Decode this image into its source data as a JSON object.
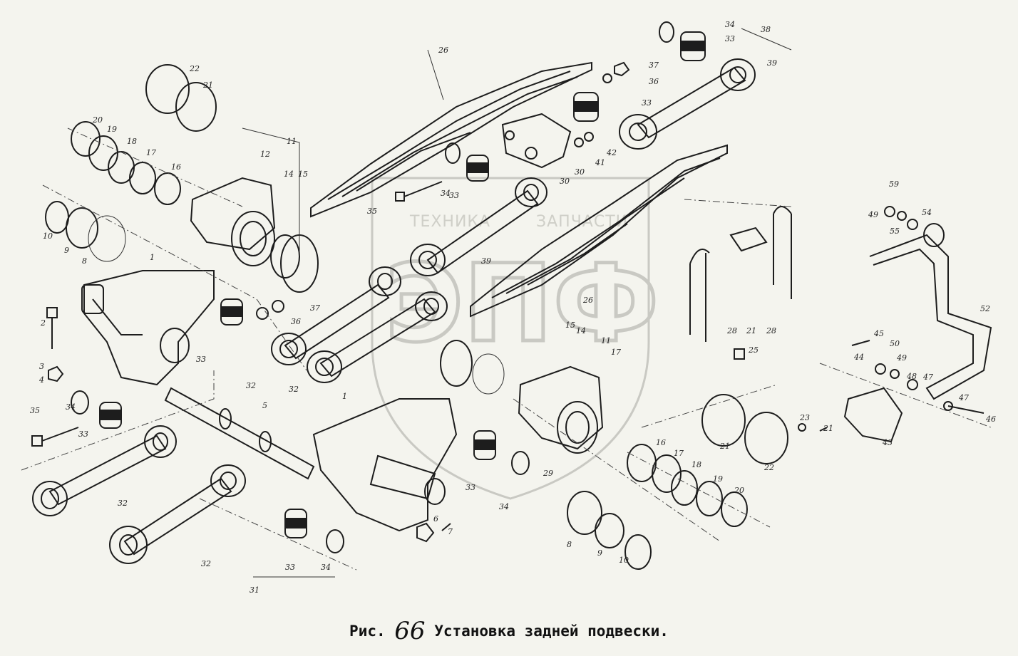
{
  "caption": {
    "prefix": "Рис.",
    "number": "66",
    "title": "Установка задней подвески."
  },
  "watermark": {
    "line1": "ТЕХНИКА",
    "line2": "ЗАПЧАСТИ",
    "logo": "ЭПФ"
  },
  "callouts": [
    "1",
    "2",
    "3",
    "4",
    "5",
    "6",
    "7",
    "8",
    "9",
    "10",
    "11",
    "12",
    "14",
    "15",
    "16",
    "17",
    "18",
    "19",
    "20",
    "21",
    "22",
    "23",
    "25",
    "26",
    "28",
    "29",
    "30",
    "31",
    "32",
    "33",
    "34",
    "35",
    "36",
    "37",
    "38",
    "39",
    "41",
    "42",
    "43",
    "44",
    "45",
    "46",
    "47",
    "48",
    "49",
    "50",
    "52",
    "54",
    "55",
    "59"
  ]
}
